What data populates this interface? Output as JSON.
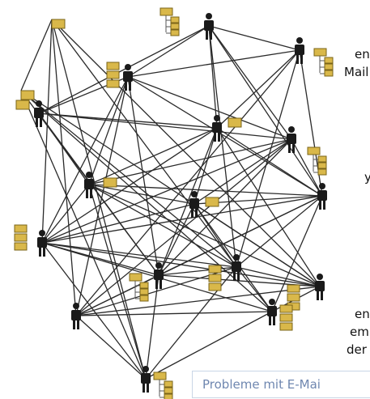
{
  "text_fragments": {
    "f1": "en",
    "f2": "Mail",
    "f3": "y",
    "f4": "en",
    "f5": "em",
    "f6": "der"
  },
  "caption": "Probleme mit E-Mai",
  "colors": {
    "background": "#ffffff",
    "lines": "#2a2a2a",
    "person": "#1a1a1a",
    "document_fill": "#d9b84a",
    "document_border": "#7a6418",
    "caption_text": "#6f87b0",
    "caption_border": "#c9d6e6"
  },
  "nodes": [
    {
      "id": "n1",
      "icon": "person-icon",
      "attachment": "single-document"
    },
    {
      "id": "n2",
      "icon": "person-icon",
      "attachment": "document-stack"
    },
    {
      "id": "n3",
      "icon": "person-icon",
      "attachment": "document-tree"
    },
    {
      "id": "n4",
      "icon": "person-icon",
      "attachment": "document-tree"
    },
    {
      "id": "n5",
      "icon": "person-icon",
      "attachment": "single-document"
    },
    {
      "id": "n6",
      "icon": "person-icon",
      "attachment": "single-document"
    },
    {
      "id": "n7",
      "icon": "person-icon",
      "attachment": "document-tree"
    },
    {
      "id": "n8",
      "icon": "person-icon",
      "attachment": "single-document"
    },
    {
      "id": "n9",
      "icon": "person-icon",
      "attachment": "none"
    },
    {
      "id": "n10",
      "icon": "person-icon",
      "attachment": "document-stack"
    },
    {
      "id": "n11",
      "icon": "person-icon",
      "attachment": "document-tree"
    },
    {
      "id": "n12",
      "icon": "person-icon",
      "attachment": "document-stack"
    },
    {
      "id": "n13",
      "icon": "person-icon",
      "attachment": "document-stack"
    },
    {
      "id": "n14",
      "icon": "person-icon",
      "attachment": "none"
    },
    {
      "id": "n15",
      "icon": "person-icon",
      "attachment": "document-stack"
    },
    {
      "id": "n16",
      "icon": "person-icon",
      "attachment": "document-tree"
    },
    {
      "id": "n17",
      "icon": "person-icon",
      "attachment": "single-document"
    },
    {
      "id": "n18",
      "icon": "person-icon",
      "attachment": "single-document"
    }
  ],
  "edges": [
    [
      "n1",
      "n2"
    ],
    [
      "n1",
      "n5"
    ],
    [
      "n1",
      "n6"
    ],
    [
      "n1",
      "n7"
    ],
    [
      "n1",
      "n11"
    ],
    [
      "n1",
      "n3"
    ],
    [
      "n2",
      "n3"
    ],
    [
      "n2",
      "n4"
    ],
    [
      "n2",
      "n5"
    ],
    [
      "n2",
      "n7"
    ],
    [
      "n2",
      "n9"
    ],
    [
      "n2",
      "n10"
    ],
    [
      "n2",
      "n11"
    ],
    [
      "n2",
      "n14"
    ],
    [
      "n3",
      "n4"
    ],
    [
      "n3",
      "n6"
    ],
    [
      "n3",
      "n7"
    ],
    [
      "n3",
      "n9"
    ],
    [
      "n3",
      "n12"
    ],
    [
      "n4",
      "n6"
    ],
    [
      "n4",
      "n9"
    ],
    [
      "n4",
      "n12"
    ],
    [
      "n4",
      "n14"
    ],
    [
      "n5",
      "n6"
    ],
    [
      "n5",
      "n7"
    ],
    [
      "n5",
      "n8"
    ],
    [
      "n5",
      "n9"
    ],
    [
      "n5",
      "n10"
    ],
    [
      "n5",
      "n12"
    ],
    [
      "n5",
      "n13"
    ],
    [
      "n5",
      "n16"
    ],
    [
      "n6",
      "n8"
    ],
    [
      "n6",
      "n9"
    ],
    [
      "n6",
      "n10"
    ],
    [
      "n6",
      "n11"
    ],
    [
      "n6",
      "n13"
    ],
    [
      "n7",
      "n8"
    ],
    [
      "n7",
      "n9"
    ],
    [
      "n7",
      "n10"
    ],
    [
      "n7",
      "n11"
    ],
    [
      "n7",
      "n14"
    ],
    [
      "n8",
      "n9"
    ],
    [
      "n8",
      "n10"
    ],
    [
      "n8",
      "n11"
    ],
    [
      "n8",
      "n12"
    ],
    [
      "n8",
      "n13"
    ],
    [
      "n8",
      "n15"
    ],
    [
      "n9",
      "n10"
    ],
    [
      "n9",
      "n11"
    ],
    [
      "n9",
      "n12"
    ],
    [
      "n9",
      "n14"
    ],
    [
      "n9",
      "n15"
    ],
    [
      "n10",
      "n11"
    ],
    [
      "n10",
      "n12"
    ],
    [
      "n10",
      "n13"
    ],
    [
      "n10",
      "n15"
    ],
    [
      "n10",
      "n16"
    ],
    [
      "n10",
      "n17"
    ],
    [
      "n11",
      "n12"
    ],
    [
      "n11",
      "n13"
    ],
    [
      "n11",
      "n14"
    ],
    [
      "n11",
      "n16"
    ],
    [
      "n11",
      "n18"
    ],
    [
      "n12",
      "n13"
    ],
    [
      "n12",
      "n14"
    ],
    [
      "n12",
      "n15"
    ],
    [
      "n12",
      "n16"
    ],
    [
      "n12",
      "n17"
    ],
    [
      "n12",
      "n18"
    ],
    [
      "n13",
      "n14"
    ],
    [
      "n13",
      "n15"
    ],
    [
      "n13",
      "n17"
    ],
    [
      "n13",
      "n18"
    ],
    [
      "n14",
      "n15"
    ],
    [
      "n14",
      "n16"
    ],
    [
      "n14",
      "n17"
    ],
    [
      "n15",
      "n16"
    ],
    [
      "n15",
      "n18"
    ],
    [
      "n16",
      "n17"
    ],
    [
      "n16",
      "n18"
    ],
    [
      "n17",
      "n18"
    ]
  ]
}
